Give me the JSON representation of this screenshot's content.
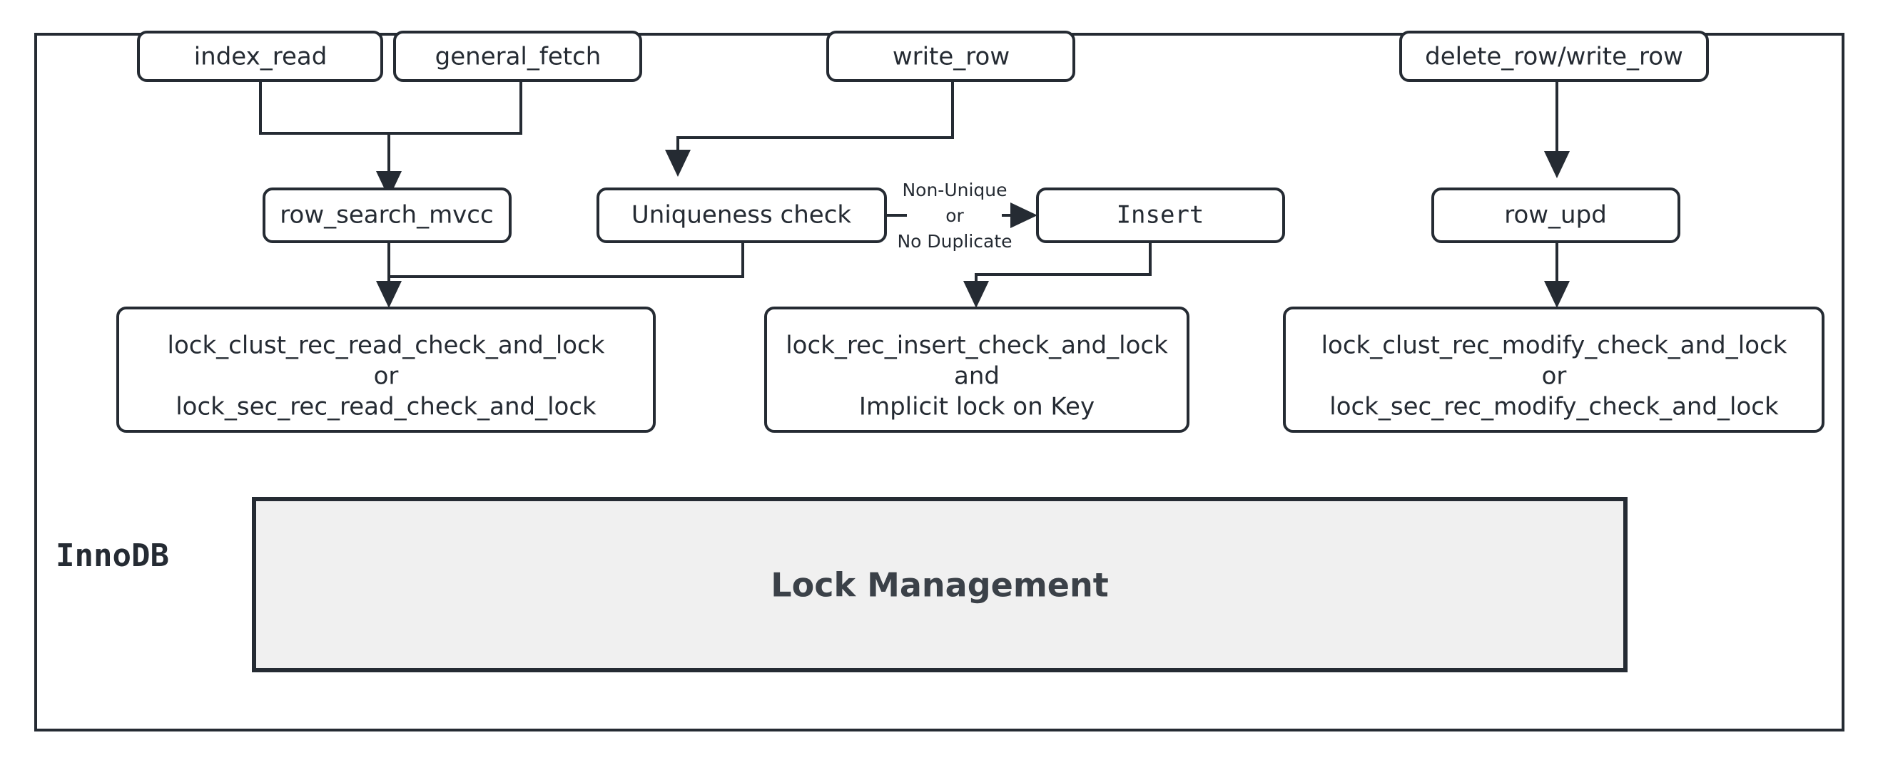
{
  "diagram": {
    "title_label": "InnoDB",
    "panel": {
      "label": "Lock Management",
      "fill_color": "#f0f0f0"
    },
    "colors": {
      "stroke": "#252b33",
      "node_fill": "#ffffff",
      "panel_fill": "#f0f0f0",
      "background": "#ffffff"
    },
    "nodes": [
      {
        "id": "index_read",
        "label": "index_read"
      },
      {
        "id": "general_fetch",
        "label": "general_fetch"
      },
      {
        "id": "write_row",
        "label": "write_row"
      },
      {
        "id": "delete_write",
        "label": "delete_row/write_row"
      },
      {
        "id": "row_search",
        "label": "row_search_mvcc"
      },
      {
        "id": "uniqueness",
        "label": "Uniqueness check"
      },
      {
        "id": "insert",
        "label": "Insert"
      },
      {
        "id": "row_upd",
        "label": "row_upd"
      },
      {
        "id": "lock_read",
        "lines": [
          "lock_clust_rec_read_check_and_lock",
          "or",
          "lock_sec_rec_read_check_and_lock"
        ]
      },
      {
        "id": "lock_insert",
        "lines": [
          "lock_rec_insert_check_and_lock",
          "and",
          "Implicit lock on Key"
        ]
      },
      {
        "id": "lock_modify",
        "lines": [
          "lock_clust_rec_modify_check_and_lock",
          "or",
          "lock_sec_rec_modify_check_and_lock"
        ]
      }
    ],
    "edge_labels": {
      "uniqueness_to_insert": [
        "Non-Unique",
        "or",
        "No Duplicate"
      ]
    }
  }
}
